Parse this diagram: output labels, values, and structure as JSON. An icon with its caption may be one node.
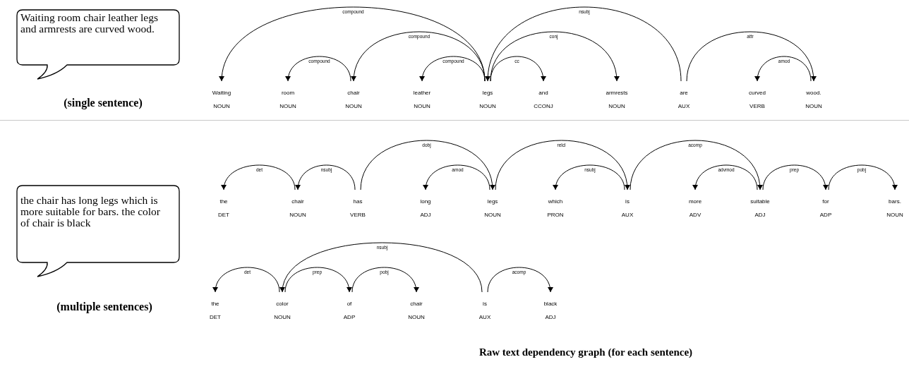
{
  "diagram": {
    "caption": "Raw text dependency graph (for each sentence)",
    "nodes": [
      {
        "text": [
          "Waiting room chair leather legs and armrests are curved wood."
        ]
      },
      {
        "text": [
          "the chair has long legs which is more suitable for bars. the color of chair is black"
        ]
      },
      {
        "text": [
          "Waiting",
          "NOUN"
        ]
      },
      {
        "text": [
          "room",
          "NOUN"
        ]
      },
      {
        "text": [
          "chair",
          "NOUN"
        ]
      },
      {
        "text": [
          "leather",
          "NOUN"
        ]
      },
      {
        "text": [
          "legs",
          "NOUN"
        ]
      },
      {
        "text": [
          "and",
          "CCONJ"
        ]
      },
      {
        "text": [
          "armrests",
          "NOUN"
        ]
      },
      {
        "text": [
          "are",
          "AUX"
        ]
      },
      {
        "text": [
          "curved",
          "VERB"
        ]
      },
      {
        "text": [
          "wood.",
          "NOUN"
        ]
      },
      {
        "text": [
          "the",
          "DET"
        ]
      },
      {
        "text": [
          "chair",
          "NOUN"
        ]
      },
      {
        "text": [
          "has",
          "VERB"
        ]
      },
      {
        "text": [
          "long",
          "ADJ"
        ]
      },
      {
        "text": [
          "legs",
          "NOUN"
        ]
      },
      {
        "text": [
          "which",
          "PRON"
        ]
      },
      {
        "text": [
          "is",
          "AUX"
        ]
      },
      {
        "text": [
          "more",
          "ADV"
        ]
      },
      {
        "text": [
          "suitable",
          "ADJ"
        ]
      },
      {
        "text": [
          "for",
          "ADP"
        ]
      },
      {
        "text": [
          "bars.",
          "NOUN"
        ]
      },
      {
        "text": [
          "the",
          "DET"
        ]
      },
      {
        "text": [
          "color",
          "NOUN"
        ]
      },
      {
        "text": [
          "of",
          "ADP"
        ]
      },
      {
        "text": [
          "chair",
          "NOUN"
        ]
      },
      {
        "text": [
          "is",
          "AUX"
        ]
      },
      {
        "text": [
          "black",
          "ADJ"
        ]
      }
    ],
    "edges": [
      {
        "from": 6,
        "to": 2,
        "arrow": "to",
        "label": "compound"
      },
      {
        "from": 4,
        "to": 3,
        "arrow": "to",
        "label": "compound"
      },
      {
        "from": 6,
        "to": 4,
        "arrow": "to",
        "label": "compound"
      },
      {
        "from": 6,
        "to": 5,
        "arrow": "to",
        "label": "compound"
      },
      {
        "from": 9,
        "to": 6,
        "arrow": "to",
        "label": "nsubj"
      },
      {
        "from": 6,
        "to": 7,
        "arrow": "to",
        "label": "cc"
      },
      {
        "from": 6,
        "to": 8,
        "arrow": "to",
        "label": "conj"
      },
      {
        "from": 9,
        "to": 11,
        "arrow": "to",
        "label": "attr"
      },
      {
        "from": 11,
        "to": 10,
        "arrow": "to",
        "label": "amod"
      },
      {
        "from": 13,
        "to": 12,
        "arrow": "to",
        "label": "det"
      },
      {
        "from": 14,
        "to": 13,
        "arrow": "to",
        "label": "nsubj"
      },
      {
        "from": 14,
        "to": 16,
        "arrow": "to",
        "label": "dobj"
      },
      {
        "from": 16,
        "to": 15,
        "arrow": "to",
        "label": "amod"
      },
      {
        "from": 16,
        "to": 18,
        "arrow": "to",
        "label": "relcl"
      },
      {
        "from": 18,
        "to": 17,
        "arrow": "to",
        "label": "nsubj"
      },
      {
        "from": 18,
        "to": 20,
        "arrow": "to",
        "label": "acomp"
      },
      {
        "from": 20,
        "to": 19,
        "arrow": "to",
        "label": "advmod"
      },
      {
        "from": 20,
        "to": 21,
        "arrow": "to",
        "label": "prep"
      },
      {
        "from": 21,
        "to": 22,
        "arrow": "to",
        "label": "pobj"
      },
      {
        "from": 24,
        "to": 23,
        "arrow": "to",
        "label": "det"
      },
      {
        "from": 27,
        "to": 24,
        "arrow": "to",
        "label": "nsubj"
      },
      {
        "from": 24,
        "to": 25,
        "arrow": "to",
        "label": "prep"
      },
      {
        "from": 25,
        "to": 26,
        "arrow": "to",
        "label": "pobj"
      },
      {
        "from": 27,
        "to": 28,
        "arrow": "to",
        "label": "acomp"
      }
    ],
    "labels": [
      "(single sentence)",
      "(multiple sentences)"
    ]
  }
}
